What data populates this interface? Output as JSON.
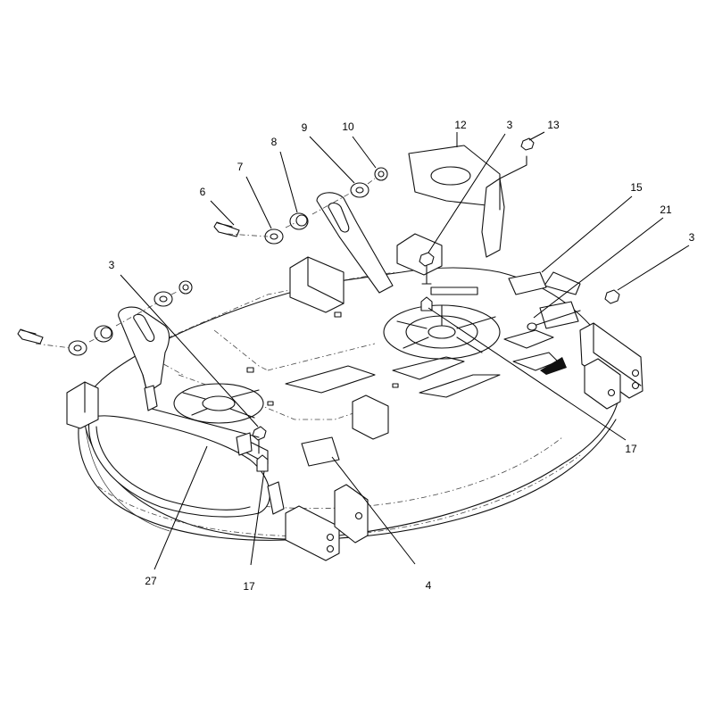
{
  "callouts": [
    {
      "id": "c3a",
      "label": "3"
    },
    {
      "id": "c4",
      "label": "4"
    },
    {
      "id": "c6",
      "label": "6"
    },
    {
      "id": "c7",
      "label": "7"
    },
    {
      "id": "c8",
      "label": "8"
    },
    {
      "id": "c9",
      "label": "9"
    },
    {
      "id": "c10",
      "label": "10"
    },
    {
      "id": "c12",
      "label": "12"
    },
    {
      "id": "c3b",
      "label": "3"
    },
    {
      "id": "c13",
      "label": "13"
    },
    {
      "id": "c15",
      "label": "15"
    },
    {
      "id": "c21",
      "label": "21"
    },
    {
      "id": "c3c",
      "label": "3"
    },
    {
      "id": "c17a",
      "label": "17"
    },
    {
      "id": "c17b",
      "label": "17"
    },
    {
      "id": "c27",
      "label": "27"
    }
  ]
}
